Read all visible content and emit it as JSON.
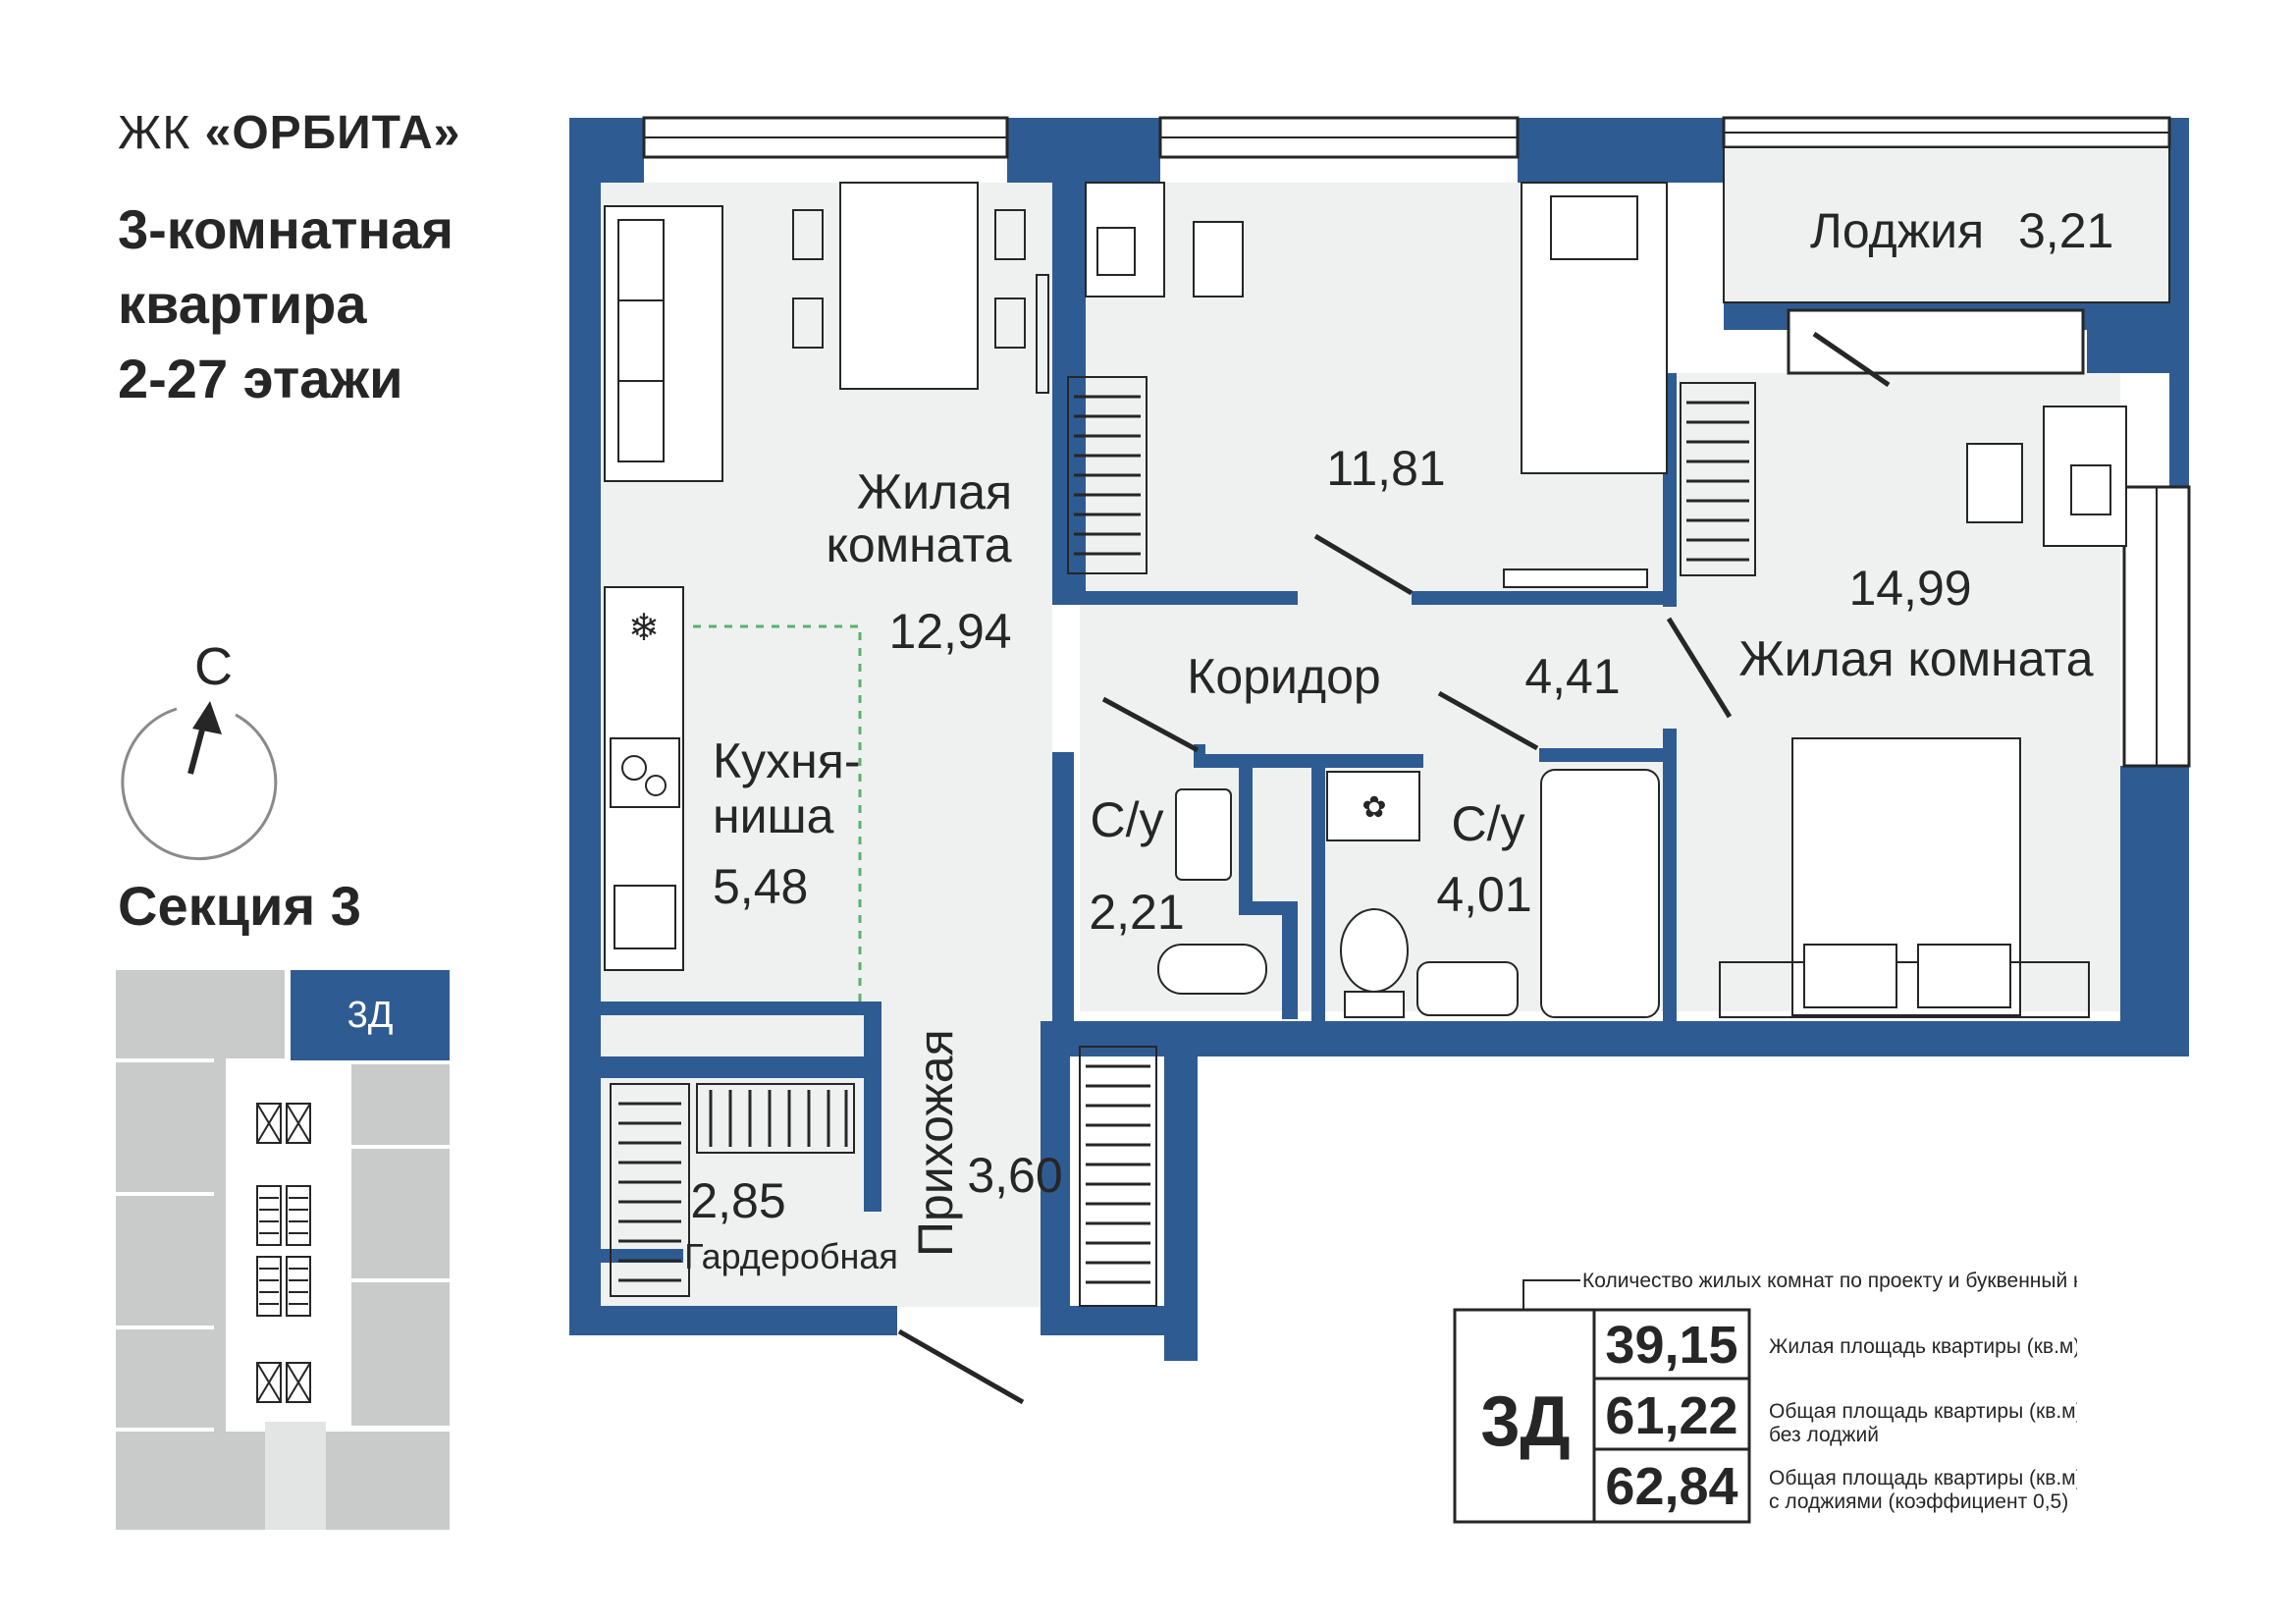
{
  "header": {
    "brand_prefix": "ЖК",
    "brand_name": "«ОРБИТА»",
    "title_line1": "3-комнатная",
    "title_line2": "квартира",
    "title_line3": "2-27 этажи"
  },
  "compass": {
    "north_letter": "С"
  },
  "section": {
    "label": "Секция 3"
  },
  "keyplan": {
    "unit_code": "3Д"
  },
  "rooms": {
    "living1": {
      "name_line1": "Жилая",
      "name_line2": "комната",
      "area": "12,94"
    },
    "bedroom2": {
      "area": "11,81"
    },
    "loggia": {
      "name": "Лоджия",
      "area": "3,21"
    },
    "bedroom3": {
      "name": "Жилая комната",
      "area": "14,99"
    },
    "corridor": {
      "name": "Коридор",
      "area": "4,41"
    },
    "kitchen": {
      "name_line1": "Кухня-",
      "name_line2": "ниша",
      "area": "5,48"
    },
    "bath1": {
      "name": "С/у",
      "area": "2,21"
    },
    "bath2": {
      "name": "С/у",
      "area": "4,01"
    },
    "hall": {
      "name": "Прихожая",
      "area": "3,60"
    },
    "wardrobe": {
      "name": "Гардеробная",
      "area": "2,85"
    }
  },
  "legend": {
    "caption": "Количество жилых комнат по проекту и буквенный код",
    "code": "3Д",
    "rows": [
      {
        "value": "39,15",
        "desc1": "Жилая площадь квартиры (кв.м)",
        "desc2": ""
      },
      {
        "value": "61,22",
        "desc1": "Общая площадь квартиры (кв.м)",
        "desc2": "без лоджий"
      },
      {
        "value": "62,84",
        "desc1": "Общая площадь квартиры (кв.м)",
        "desc2": "с лоджиями (коэффициент 0,5)"
      }
    ]
  },
  "colors": {
    "wall": "#2f5b93",
    "floor": "#eff1f0",
    "keyplan_gray": "#c9cbcb",
    "dash_green": "#56b46a"
  }
}
